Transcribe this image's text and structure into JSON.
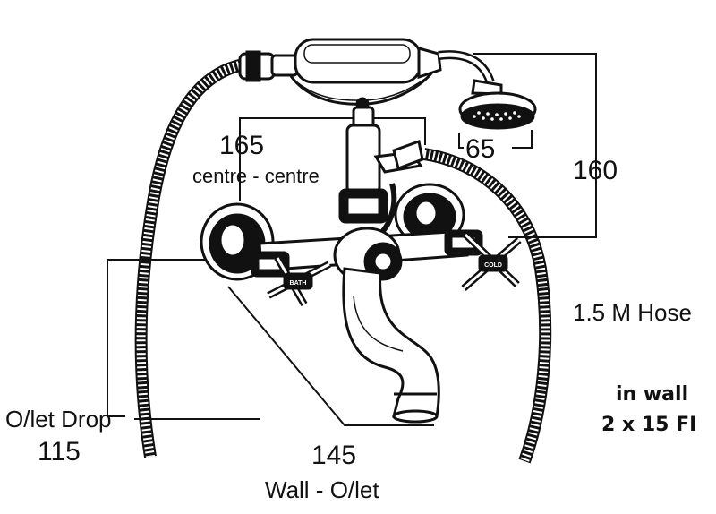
{
  "dimensions": {
    "centre_value": "165",
    "centre_label": "centre - centre",
    "head_value": "65",
    "height_value": "160",
    "hose_label": "1.5 M Hose",
    "outlet_drop_label": "O/let Drop",
    "outlet_drop_value": "115",
    "wall_value": "145",
    "wall_label": "Wall - O/let",
    "inwall_line1": "in wall",
    "inwall_line2": "2 x 15 FI"
  },
  "badges": {
    "left_tap": "BATH",
    "right_tap": "COLD"
  },
  "colors": {
    "ink": "#111111",
    "background": "#ffffff"
  }
}
